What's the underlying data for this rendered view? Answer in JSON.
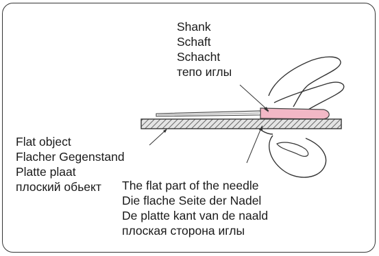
{
  "shank_label": {
    "lines": [
      "Shank",
      "Schaft",
      "Schacht",
      "тепо иглы"
    ]
  },
  "flat_object_label": {
    "lines": [
      "Flat object",
      "Flacher Gegenstand",
      "Platte plaat",
      "плоский обьект"
    ]
  },
  "flat_part_label": {
    "lines": [
      "The flat part of the needle",
      "Die flache Seite der Nadel",
      "De platte kant van de naald",
      "плоская сторона иглы"
    ]
  },
  "colors": {
    "frame": "#333333",
    "shank_fill": "#f2b8c6",
    "plate_fill": "#b0b0b0",
    "line": "#333333"
  }
}
